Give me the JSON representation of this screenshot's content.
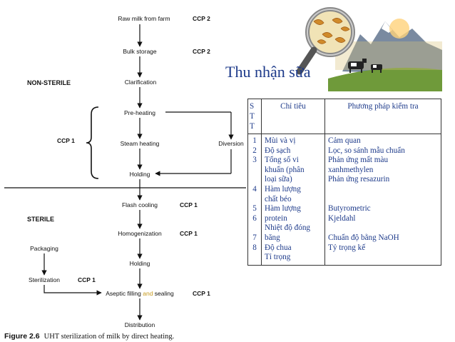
{
  "slide": {
    "title": "Thu nhận sữa"
  },
  "flowchart": {
    "nodes": [
      {
        "id": "raw",
        "label": "Raw milk from farm",
        "ccp": "CCP 2"
      },
      {
        "id": "bulk",
        "label": "Bulk storage",
        "ccp": "CCP 2"
      },
      {
        "id": "clar",
        "label": "Clarification",
        "ccp": ""
      },
      {
        "id": "pre",
        "label": "Pre-heating",
        "ccp": ""
      },
      {
        "id": "steam",
        "label": "Steam heating",
        "ccp": ""
      },
      {
        "id": "holding1",
        "label": "Holding",
        "ccp": ""
      },
      {
        "id": "diversion",
        "label": "Diversion",
        "ccp": ""
      },
      {
        "id": "flash",
        "label": "Flash cooling",
        "ccp": "CCP 1"
      },
      {
        "id": "homo",
        "label": "Homogenization",
        "ccp": "CCP 1"
      },
      {
        "id": "holding2",
        "label": "Holding",
        "ccp": ""
      },
      {
        "id": "packaging",
        "label": "Packaging",
        "ccp": ""
      },
      {
        "id": "steril",
        "label": "Sterilization",
        "ccp": "CCP 1"
      },
      {
        "id": "aseptic",
        "label_pre": "Aseptic filling ",
        "label_and": "and",
        "label_post": " sealing",
        "ccp": "CCP 1"
      },
      {
        "id": "dist",
        "label": "Distribution",
        "ccp": ""
      }
    ],
    "sections": {
      "non_sterile": "NON-STERILE",
      "sterile": "STERILE",
      "bracket_ccp": "CCP 1"
    },
    "caption": {
      "fig": "Figure 2.6",
      "text": "UHT sterilization of milk by direct heating."
    },
    "colors": {
      "and_highlight": "#c79a1c"
    }
  },
  "table": {
    "headers": {
      "stt": "S T T",
      "stt_lines": [
        "S",
        "T",
        "T"
      ],
      "criteria": "Chỉ tiêu",
      "method": "Phương pháp kiểm tra"
    },
    "stt": [
      "1",
      "2",
      "3",
      "4",
      "5",
      "6",
      "7",
      "8"
    ],
    "criteria": [
      "Mùi và vị",
      "Độ sạch",
      [
        "Tổng số vi",
        "khuẩn (phân",
        "loại sữa)"
      ],
      [
        "Hàm lượng",
        "chất béo"
      ],
      [
        "Hàm lượng",
        "protein"
      ],
      [
        "Nhiệt độ đóng",
        "băng"
      ],
      "Độ chua",
      "Tỉ trọng"
    ],
    "methods": [
      "Cảm quan",
      "Lọc, so sánh mẫu chuẩn",
      [
        "Phản ứng mất màu",
        "xanhmethylen"
      ],
      "Phản ứng resazurin",
      "Butyrometric",
      "Kjeldahl",
      "Chuẩn độ bằng NaOH",
      "Tỷ trọng kế"
    ],
    "colors": {
      "text": "#1d3a8a"
    }
  },
  "illustration": {
    "icon": "magnifier-over-cows-landscape-icon"
  }
}
